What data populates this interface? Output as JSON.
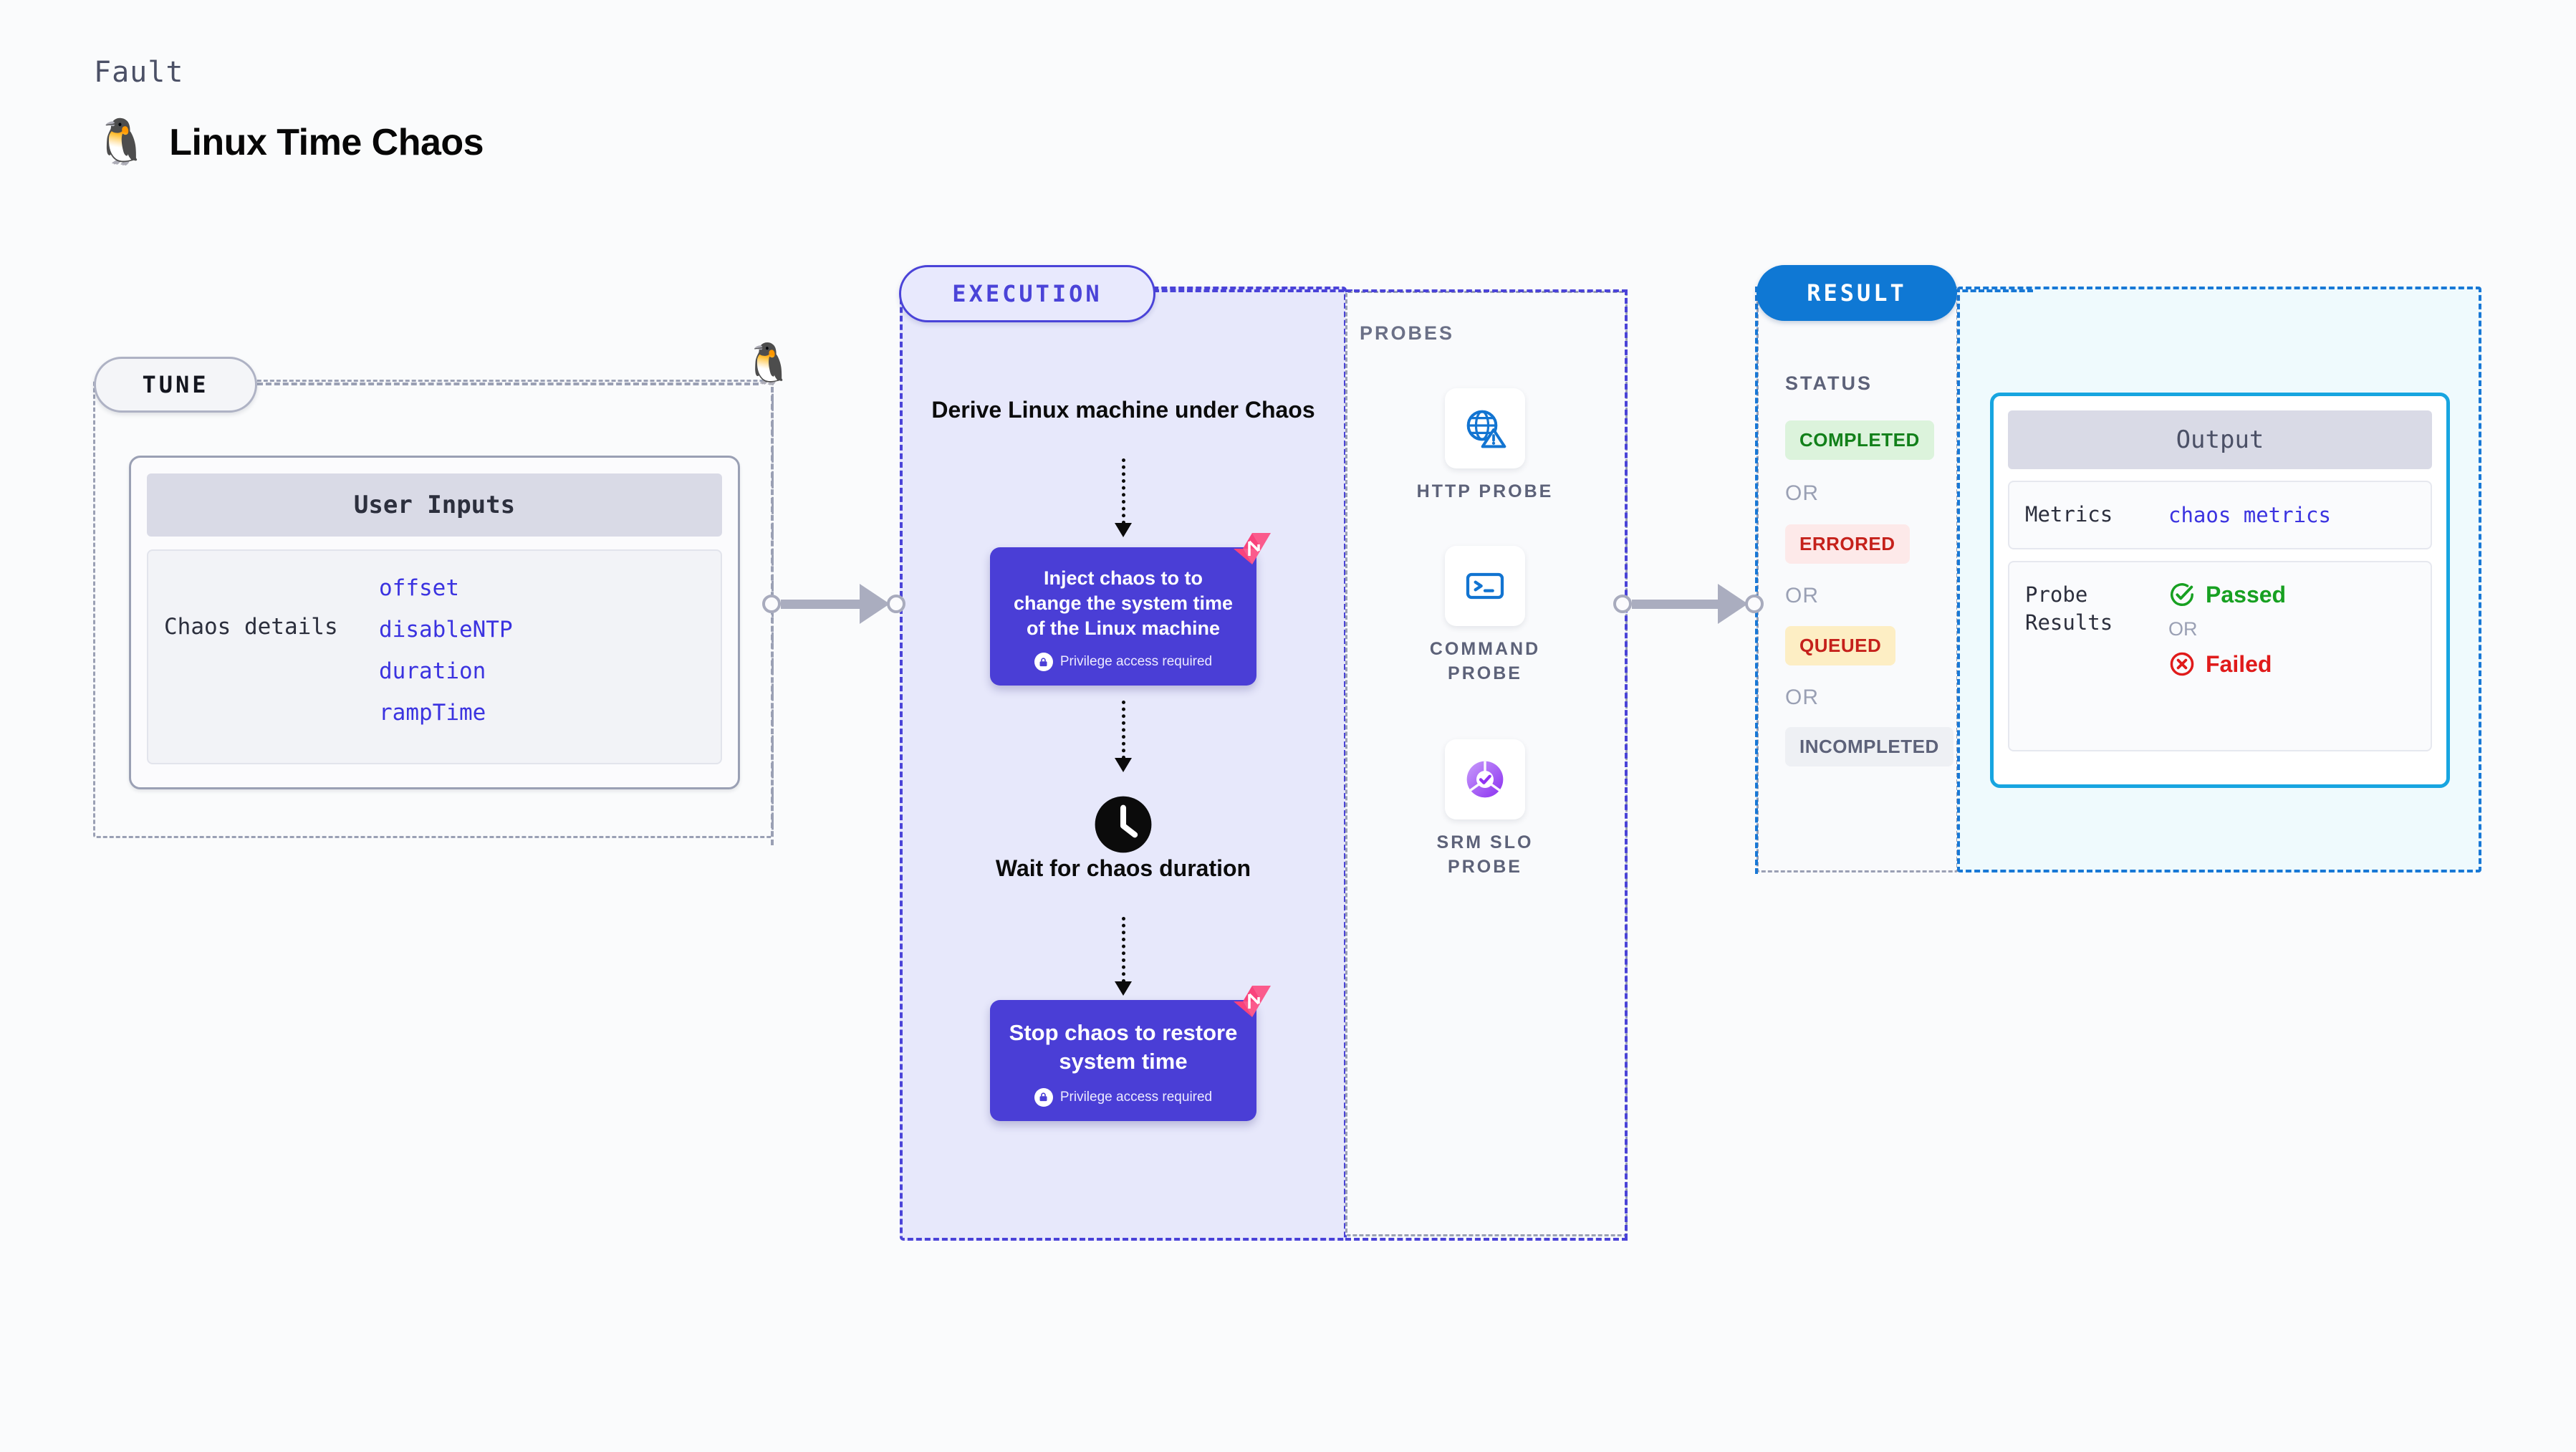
{
  "header": {
    "kicker": "Fault",
    "icon": "linux-penguin-icon",
    "title": "Linux Time Chaos"
  },
  "tune": {
    "pill_label": "TUNE",
    "card_title": "User Inputs",
    "details_label": "Chaos details",
    "params": [
      "offset",
      "disableNTP",
      "duration",
      "rampTime"
    ],
    "node_icon": "linux-penguin-icon"
  },
  "execution": {
    "pill_label": "EXECUTION",
    "steps": [
      {
        "type": "title",
        "text": "Derive Linux machine under Chaos"
      },
      {
        "type": "card",
        "text": "Inject chaos to to change the system time of the Linux machine",
        "privilege": "Privilege access required",
        "ribbon": "chaos-ribbon-icon",
        "lock": "lock-icon"
      },
      {
        "type": "title",
        "text": "Wait for chaos duration",
        "icon": "clock-icon"
      },
      {
        "type": "card",
        "text": "Stop chaos to restore system time",
        "privilege": "Privilege access required",
        "ribbon": "chaos-ribbon-icon",
        "lock": "lock-icon"
      }
    ]
  },
  "probes": {
    "label": "PROBES",
    "items": [
      {
        "name": "HTTP PROBE",
        "icon": "globe-warning-icon"
      },
      {
        "name": "COMMAND PROBE",
        "icon": "terminal-prompt-icon"
      },
      {
        "name": "SRM SLO PROBE",
        "icon": "slo-donut-check-icon"
      }
    ]
  },
  "result": {
    "pill_label": "RESULT",
    "status_label": "STATUS",
    "or_label": "OR",
    "statuses": [
      {
        "label": "COMPLETED",
        "bg": "#dcf3dc",
        "fg": "#12801a"
      },
      {
        "label": "ERRORED",
        "bg": "#fde9e9",
        "fg": "#c5211b"
      },
      {
        "label": "QUEUED",
        "bg": "#fdeec4",
        "fg": "#c5211b"
      },
      {
        "label": "INCOMPLETED",
        "bg": "#eef0f4",
        "fg": "#5d6279"
      }
    ],
    "output": {
      "title": "Output",
      "metrics_key": "Metrics",
      "metrics_value": "chaos metrics",
      "probe_key": "Probe Results",
      "passed_label": "Passed",
      "failed_label": "Failed",
      "or_label": "OR",
      "passed_icon": "check-circle-icon",
      "failed_icon": "x-circle-icon"
    }
  },
  "colors": {
    "accent_indigo": "#4a43d8",
    "accent_blue": "#1878d6",
    "accent_cyan": "#17a5e0",
    "card_purple": "#4a3ed6",
    "ribbon_pink": "#fb5a8c"
  }
}
